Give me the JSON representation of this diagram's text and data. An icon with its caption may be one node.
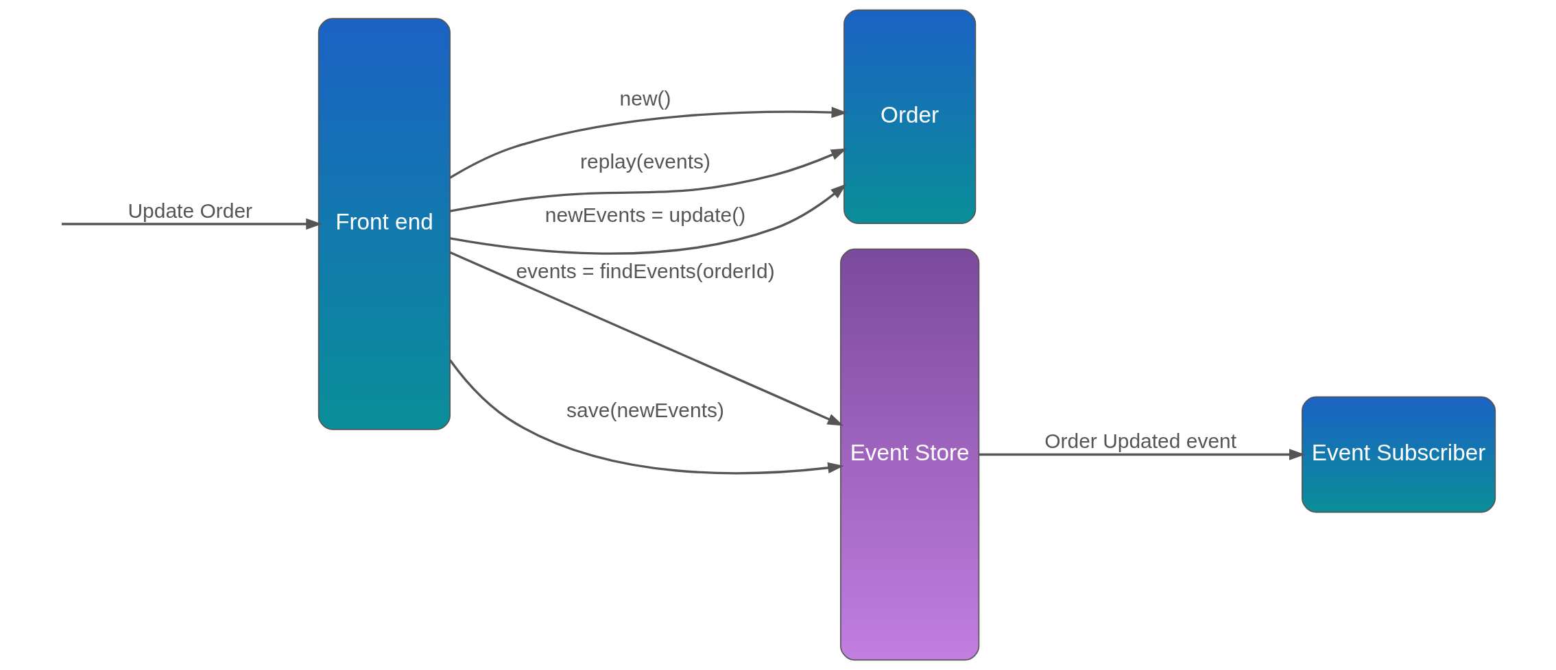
{
  "diagram": {
    "nodes": [
      {
        "text": [
          "Front end"
        ]
      },
      {
        "text": [
          "Order"
        ]
      },
      {
        "text": [
          "Event Store"
        ]
      },
      {
        "text": [
          "Event Subscriber"
        ]
      }
    ],
    "edges": [
      {
        "from": null,
        "to": 0,
        "arrow": "to",
        "label": "Update Order"
      },
      {
        "from": 0,
        "to": 2,
        "arrow": "to",
        "label": "events = findEvents(orderId)"
      },
      {
        "from": 0,
        "to": 1,
        "arrow": "to",
        "label": "new()"
      },
      {
        "from": 0,
        "to": 1,
        "arrow": "to",
        "label": "replay(events)"
      },
      {
        "from": 0,
        "to": 1,
        "arrow": "to",
        "label": "newEvents = update()"
      },
      {
        "from": 0,
        "to": 2,
        "arrow": "to",
        "label": "save(newEvents)"
      },
      {
        "from": 2,
        "to": 3,
        "arrow": "to",
        "label": "Order Updated event"
      }
    ]
  }
}
